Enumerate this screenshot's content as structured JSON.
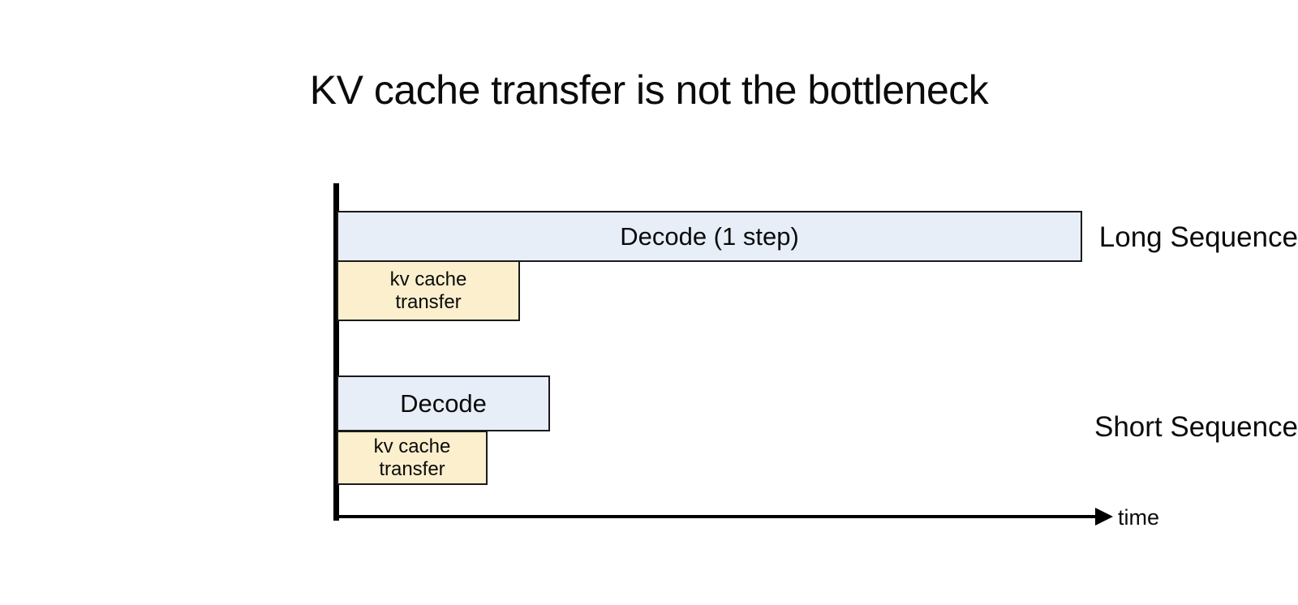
{
  "slide": {
    "title": "KV cache transfer is not the bottleneck",
    "background_color": "#ffffff"
  },
  "chart_data": {
    "type": "bar",
    "orientation": "horizontal",
    "title": "KV cache transfer is not the bottleneck",
    "xlabel": "time",
    "ylabel": "",
    "grid": false,
    "legend": "none",
    "axis_note": "Schematic timeline; x-axis is unlabeled time with an arrow head, no tick marks or numeric scale.",
    "categories": [
      "Long Sequence",
      "Short Sequence"
    ],
    "series": [
      {
        "name": "Decode",
        "color": "#e7eef7",
        "border_color": "#1a1a1a",
        "values": [
          919,
          263
        ],
        "value_units": "px (relative duration)",
        "labels": [
          "Decode (1 step)",
          "Decode"
        ]
      },
      {
        "name": "kv cache transfer",
        "color": "#fbefcd",
        "border_color": "#1a1a1a",
        "values": [
          226,
          186
        ],
        "value_units": "px (relative duration)",
        "labels": [
          "kv cache\ntransfer",
          "kv cache\ntransfer"
        ]
      }
    ],
    "bars": [
      {
        "group": "Long Sequence",
        "label": "Decode (1 step)",
        "kind": "decode",
        "start": 0,
        "length": 919,
        "color": "#e7eef7"
      },
      {
        "group": "Long Sequence",
        "label": "kv cache transfer",
        "kind": "kv-cache-transfer",
        "start": 0,
        "length": 226,
        "color": "#fbefcd"
      },
      {
        "group": "Short Sequence",
        "label": "Decode",
        "kind": "decode",
        "start": 0,
        "length": 263,
        "color": "#e7eef7"
      },
      {
        "group": "Short Sequence",
        "label": "kv cache transfer",
        "kind": "kv-cache-transfer",
        "start": 0,
        "length": 186,
        "color": "#fbefcd"
      }
    ]
  },
  "axes": {
    "x_label": "time",
    "arrow": "right-arrow-icon"
  },
  "rows": {
    "long": {
      "label": "Long Sequence",
      "decode_label": "Decode (1 step)",
      "kv_line1": "kv cache",
      "kv_line2": "transfer"
    },
    "short": {
      "label": "Short Sequence",
      "decode_label": "Decode",
      "kv_line1": "kv cache",
      "kv_line2": "transfer"
    }
  },
  "colors": {
    "decode_fill": "#e7eef7",
    "kv_fill": "#fbefcd",
    "stroke": "#1a1a1a",
    "text": "#0b0b0b"
  }
}
